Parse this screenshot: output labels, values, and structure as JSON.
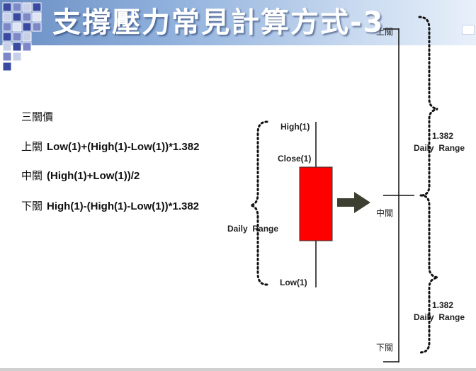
{
  "title": "支撐壓力常見計算方式-3",
  "formulas": {
    "heading": "三關價",
    "upper_label": "上關",
    "upper_expr": "Low(1)+(High(1)-Low(1))*1.382",
    "middle_label": "中關",
    "middle_expr": "(High(1)+Low(1))/2",
    "lower_label": "下關",
    "lower_expr": "High(1)-(High(1)-Low(1))*1.382"
  },
  "candle": {
    "high_label": "High(1)",
    "close_label": "Close(1)",
    "low_label": "Low(1)",
    "range_label": "Daily  Range",
    "body_color": "#ff0000"
  },
  "scale": {
    "upper_label": "上關",
    "middle_label": "中關",
    "lower_label": "下關",
    "upper_multiplier": "1.382",
    "upper_range": "Daily  Range",
    "lower_multiplier": "1.382",
    "lower_range": "Daily  Range"
  },
  "colors": {
    "arrow": "#3d4030",
    "line": "#111111"
  }
}
